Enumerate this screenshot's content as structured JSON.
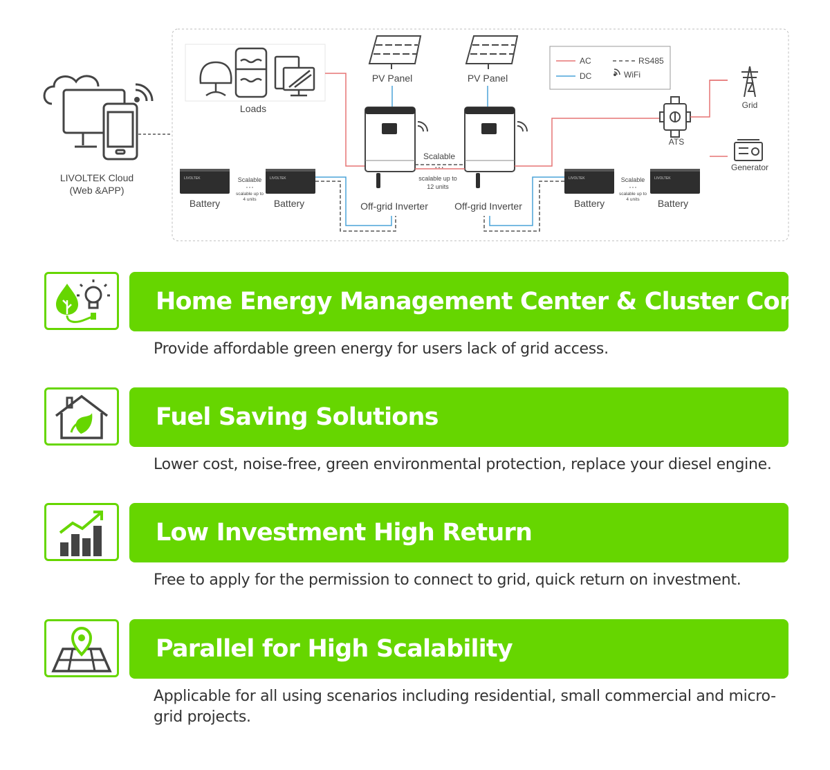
{
  "diagram": {
    "cloud_label_line1": "LIVOLTEK Cloud",
    "cloud_label_line2": "(Web &APP)",
    "loads_label": "Loads",
    "pv_panel_1_label": "PV Panel",
    "pv_panel_2_label": "PV Panel",
    "inverter_1_label": "Off-grid Inverter",
    "inverter_2_label": "Off-grid Inverter",
    "inverter_scalable_label": "Scalable",
    "inverter_scalable_note_line1": "scalable up to",
    "inverter_scalable_note_line2": "12 units",
    "battery_labels": [
      "Battery",
      "Battery",
      "Battery",
      "Battery"
    ],
    "battery_brand": "LIVOLTEK",
    "battery_scalable_left": "Scalable",
    "battery_scalable_left_note_line1": "scalable up to",
    "battery_scalable_left_note_line2": "4 units",
    "battery_scalable_right": "Scalable",
    "battery_scalable_right_note_line1": "scalable up to",
    "battery_scalable_right_note_line2": "4 units",
    "ats_label": "ATS",
    "grid_label": "Grid",
    "generator_label": "Generator",
    "legend": {
      "ac": "AC",
      "dc": "DC",
      "rs485": "RS485",
      "wifi": "WiFi",
      "ac_color": "#e57373",
      "dc_color": "#4aa3d8",
      "rs485_color": "#555555"
    }
  },
  "features": [
    {
      "title": "Home Energy Management Center & Cluster Control",
      "description": "Provide affordable green energy for users lack of grid access.",
      "icon": "leaf-bulb-icon"
    },
    {
      "title": "Fuel Saving Solutions",
      "description": "Lower cost, noise-free, green environmental protection, replace your diesel engine.",
      "icon": "eco-house-icon"
    },
    {
      "title": "Low Investment High Return",
      "description": "Free to apply for the permission to connect to grid, quick return on investment.",
      "icon": "growth-chart-icon"
    },
    {
      "title": "Parallel for High Scalability",
      "description": "Applicable for all using scenarios including residential, small commercial and micro-grid projects.",
      "icon": "map-pin-icon"
    }
  ],
  "colors": {
    "accent": "#66d600",
    "text": "#333333"
  }
}
